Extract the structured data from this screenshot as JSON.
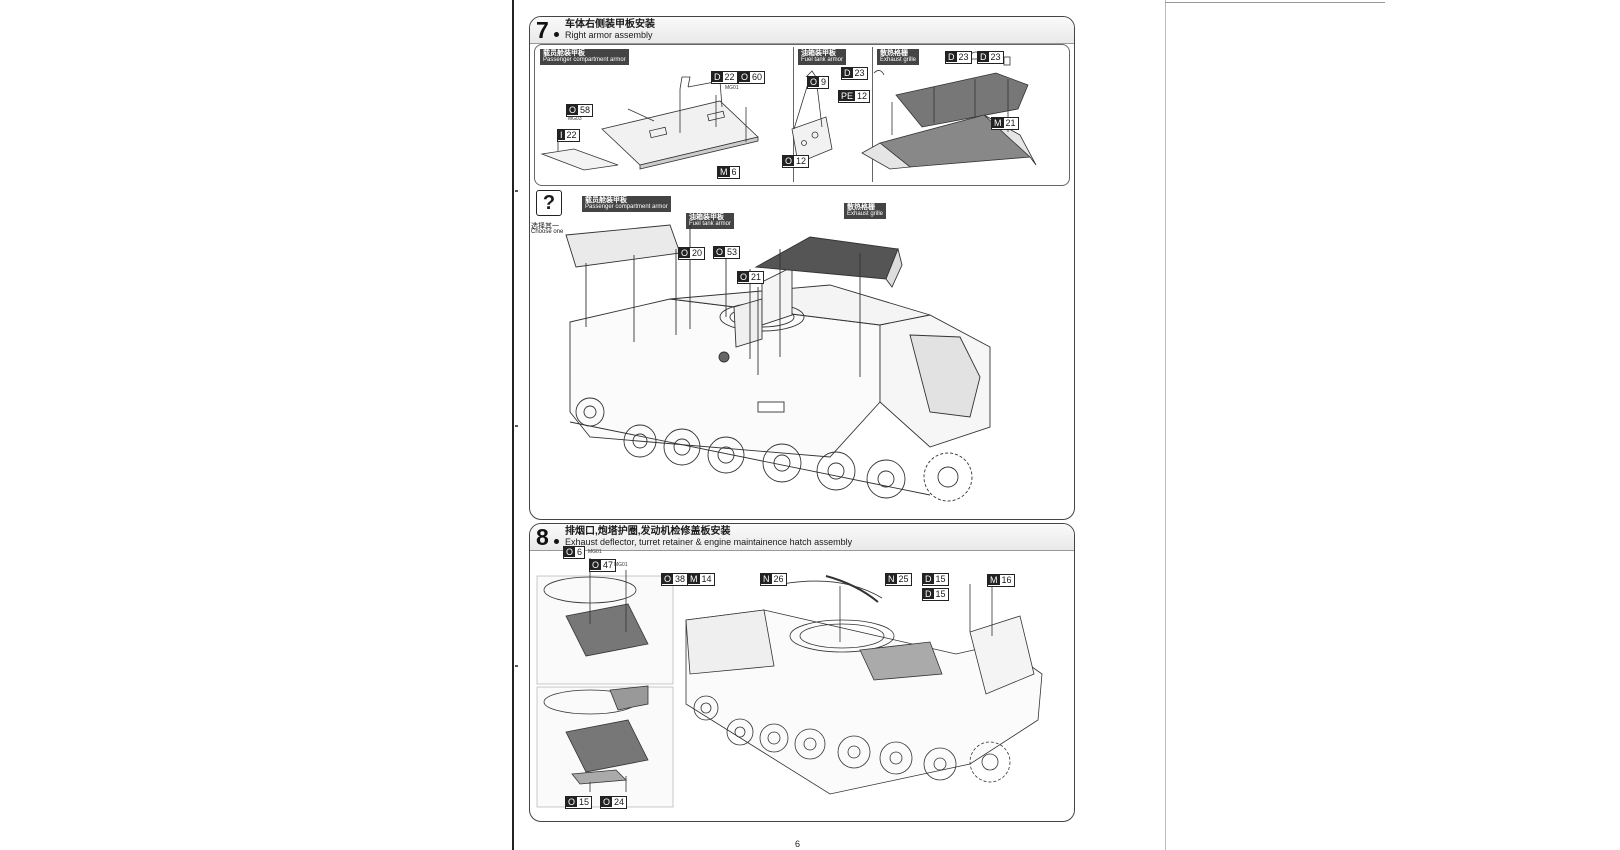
{
  "page_number": "6",
  "choose_one": {
    "zh": "选择其一",
    "en": "Choose one"
  },
  "steps": [
    {
      "number": "7",
      "title_zh": "车体右侧装甲板安装",
      "title_en": "Right armor assembly",
      "panels": [
        {
          "name_zh": "载员舱装甲板",
          "name_en": "Passenger compartment armor"
        },
        {
          "name_zh": "油箱装甲板",
          "name_en": "Fuel tank armor"
        },
        {
          "name_zh": "散热格栅",
          "name_en": "Exhaust grille"
        }
      ],
      "overview_tags": [
        {
          "name_zh": "载员舱装甲板",
          "name_en": "Passenger compartment armor"
        },
        {
          "name_zh": "油箱装甲板",
          "name_en": "Fuel tank armor"
        },
        {
          "name_zh": "散热格栅",
          "name_en": "Exhaust grille"
        }
      ],
      "parts": [
        {
          "letter": "D",
          "num": "22"
        },
        {
          "letter": "O",
          "num": "60"
        },
        {
          "letter": "O",
          "num": "58"
        },
        {
          "letter": "I",
          "num": "22"
        },
        {
          "letter": "M",
          "num": "6"
        },
        {
          "letter": "O",
          "num": "9"
        },
        {
          "letter": "O",
          "num": "12"
        },
        {
          "letter": "D",
          "num": "23"
        },
        {
          "letter": "D",
          "num": "23"
        },
        {
          "letter": "D",
          "num": "23"
        },
        {
          "letter": "PE",
          "num": "12"
        },
        {
          "letter": "M",
          "num": "21"
        },
        {
          "letter": "O",
          "num": "20"
        },
        {
          "letter": "O",
          "num": "53"
        },
        {
          "letter": "O",
          "num": "21"
        }
      ],
      "mini_labels": [
        "MG01",
        "MG03"
      ]
    },
    {
      "number": "8",
      "title_zh": "排烟口,炮塔护圈,发动机检修盖板安装",
      "title_en": "Exhaust deflector, turret retainer & engine maintainence hatch assembly",
      "parts": [
        {
          "letter": "O",
          "num": "6"
        },
        {
          "letter": "O",
          "num": "47"
        },
        {
          "letter": "O",
          "num": "38"
        },
        {
          "letter": "M",
          "num": "14"
        },
        {
          "letter": "N",
          "num": "26"
        },
        {
          "letter": "N",
          "num": "25"
        },
        {
          "letter": "D",
          "num": "15"
        },
        {
          "letter": "D",
          "num": "15"
        },
        {
          "letter": "M",
          "num": "16"
        },
        {
          "letter": "O",
          "num": "15"
        },
        {
          "letter": "O",
          "num": "24"
        }
      ],
      "mini_labels": [
        "MG01",
        "MG01"
      ]
    }
  ]
}
